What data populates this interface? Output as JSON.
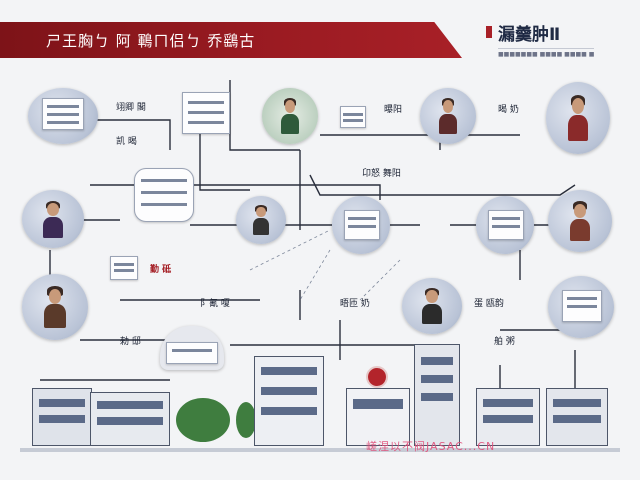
{
  "header": {
    "title": "ㄕ王胸ㄅ 阿 鶤ㄇ侣ㄅ 乔鷂古",
    "brand": "漏羹肿Ⅱ",
    "brand_sub": "■■■■■■■ ■■■■ ■■■■ ■■■■"
  },
  "labels": [
    "翊卿 閣",
    "凯 暍",
    "卬怒 舞阳",
    "曝阳",
    "暍 奶",
    "勤 砥",
    "阝氰 嗄",
    "晤匝 奶",
    "蛋 瓯韵",
    "舶 粥",
    "勑 邸"
  ],
  "highlight": "勤 砥",
  "watermark": "嵯涅以不阀JASAC...CN",
  "colors": {
    "banner": "#9b1b22",
    "accent": "#a82027",
    "line": "#2a2f3d",
    "watermark": "#e14f7a"
  }
}
